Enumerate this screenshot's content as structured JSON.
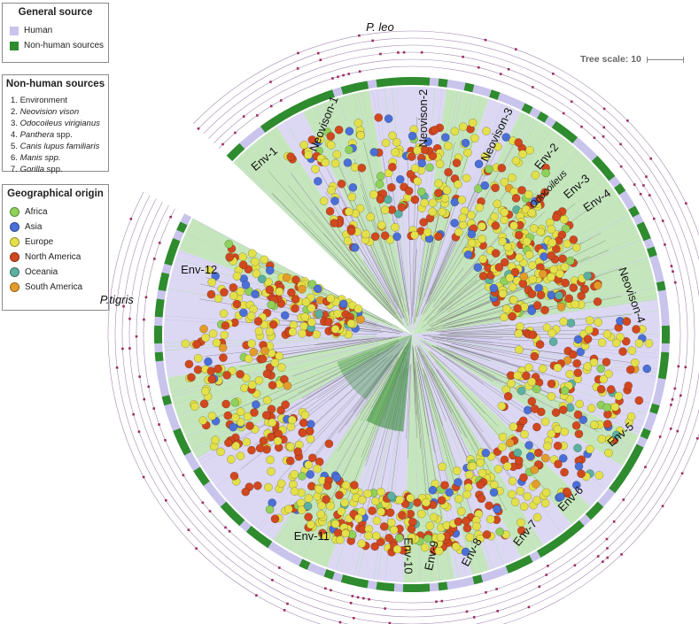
{
  "legend_general": {
    "title": "General source",
    "items": [
      {
        "label": "Human",
        "color": "#c9c4ec"
      },
      {
        "label": "Non-human sources",
        "color": "#2e8b2e"
      }
    ]
  },
  "legend_nonhuman": {
    "title": "Non-human sources",
    "items": [
      {
        "num": "1.",
        "label": "Environment",
        "italic": false,
        "suffix": ""
      },
      {
        "num": "2.",
        "label": "Neovision vison",
        "italic": true,
        "suffix": ""
      },
      {
        "num": "3.",
        "label": "Odocoileus virigianus",
        "italic": true,
        "suffix": ""
      },
      {
        "num": "4.",
        "label": "Panthera",
        "italic": true,
        "suffix": " spp."
      },
      {
        "num": "5.",
        "label": "Canis lupus familiaris",
        "italic": true,
        "suffix": ""
      },
      {
        "num": "6.",
        "label": "Manis spp.",
        "italic": true,
        "suffix": ""
      },
      {
        "num": "7.",
        "label": "Gorilla",
        "italic": true,
        "suffix": " spp."
      }
    ]
  },
  "legend_geo": {
    "title": "Geographical origin",
    "items": [
      {
        "label": "Africa",
        "color": "#8fd15a"
      },
      {
        "label": "Asia",
        "color": "#4a6fd6"
      },
      {
        "label": "Europe",
        "color": "#e3e04a"
      },
      {
        "label": "North America",
        "color": "#d1481f"
      },
      {
        "label": "Oceania",
        "color": "#5bb0a0"
      },
      {
        "label": "South America",
        "color": "#e39c2a"
      }
    ]
  },
  "scale": {
    "label": "Tree scale: 10"
  },
  "colors": {
    "human_sector": "#d8d4f2",
    "nonhuman_sector": "#bfe3b6",
    "ring_green": "#2e8b2e",
    "ring_purple": "#c9c4ec",
    "outer_marks": "#9c2a62",
    "ring_lines": "#7a5a8c"
  },
  "clades": [
    {
      "label": "Neovison-1",
      "italic": false
    },
    {
      "label": "Neovison-2",
      "italic": false
    },
    {
      "label": "Neovison-3",
      "italic": false
    },
    {
      "label": "Env-2",
      "italic": false
    },
    {
      "label": "Odocoileus",
      "italic": true
    },
    {
      "label": "Env-3",
      "italic": false
    },
    {
      "label": "Env-4",
      "italic": false
    },
    {
      "label": "Neovison-4",
      "italic": false
    },
    {
      "label": "Env-1",
      "italic": false
    },
    {
      "label": "Env-5",
      "italic": false
    },
    {
      "label": "Env-6",
      "italic": false
    },
    {
      "label": "Env-7",
      "italic": false
    },
    {
      "label": "Env-8",
      "italic": false
    },
    {
      "label": "Env-9",
      "italic": false
    },
    {
      "label": "Env-10",
      "italic": false
    },
    {
      "label": "Env-11",
      "italic": false
    },
    {
      "label": "Env-12",
      "italic": false
    }
  ],
  "annotations": [
    {
      "label": "P. leo"
    },
    {
      "label": "P.tigris"
    }
  ]
}
